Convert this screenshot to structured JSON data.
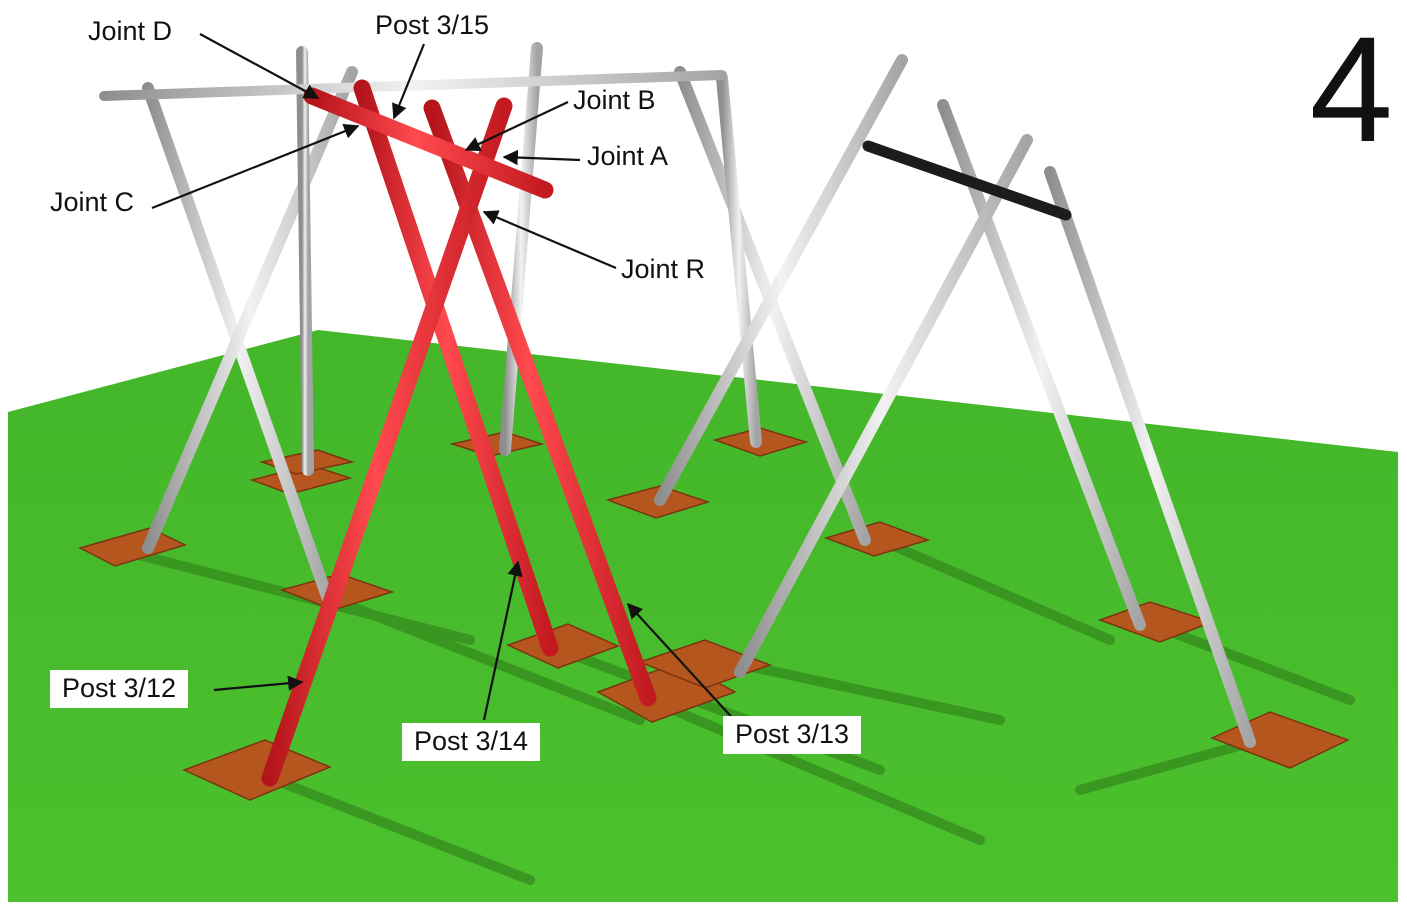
{
  "step_number": "4",
  "labels": {
    "joint_d": "Joint D",
    "post_3_15": "Post 3/15",
    "joint_b": "Joint B",
    "joint_a": "Joint A",
    "joint_c": "Joint C",
    "joint_r": "Joint R",
    "post_3_12": "Post 3/12",
    "post_3_14": "Post 3/14",
    "post_3_13": "Post 3/13"
  },
  "colors": {
    "ground": "#4bbd2c",
    "ground_dark": "#3fa726",
    "highlight_post": "#e0222a",
    "silver_post": "#c9c9c9",
    "black_bar": "#222222",
    "footing": "#b5561f"
  }
}
